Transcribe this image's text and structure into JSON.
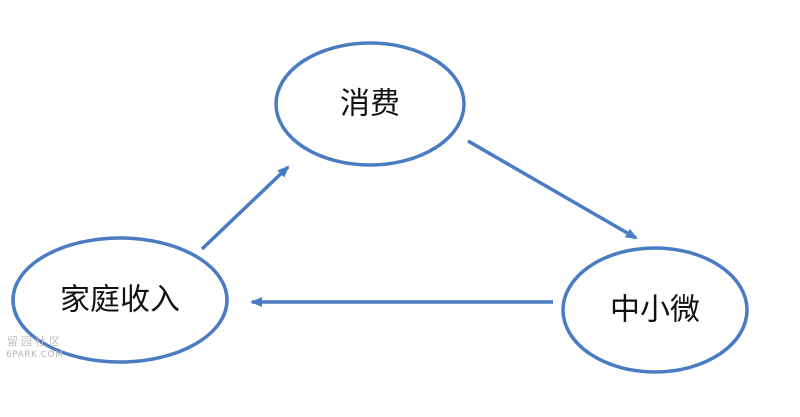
{
  "diagram": {
    "nodes": {
      "consumption": "消费",
      "smes": "中小微",
      "household_income": "家庭收入"
    },
    "edges": [
      {
        "from": "consumption",
        "to": "smes"
      },
      {
        "from": "smes",
        "to": "household_income"
      },
      {
        "from": "household_income",
        "to": "consumption"
      }
    ]
  },
  "watermark": {
    "cn": "留园社区",
    "en": "6PARK.COM"
  },
  "colors": {
    "stroke": "#4a7cc4",
    "text": "#111111",
    "background": "#ffffff"
  }
}
